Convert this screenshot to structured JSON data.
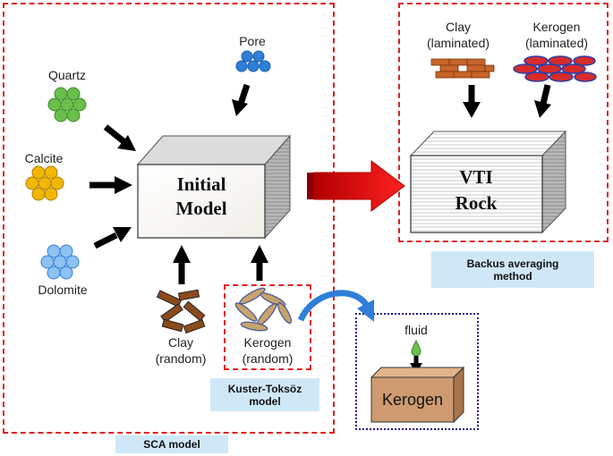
{
  "minerals": {
    "quartz": "Quartz",
    "calcite": "Calcite",
    "dolomite": "Dolomite",
    "pore": "Pore"
  },
  "initial_model": {
    "line1": "Initial",
    "line2": "Model"
  },
  "vti_rock": {
    "line1": "VTI",
    "line2": "Rock"
  },
  "inclusions": {
    "clay_random_1": "Clay",
    "clay_random_2": "(random)",
    "kerogen_random_1": "Kerogen",
    "kerogen_random_2": "(random)",
    "clay_laminated_1": "Clay",
    "clay_laminated_2": "(laminated)",
    "kerogen_laminated_1": "Kerogen",
    "kerogen_laminated_2": "(laminated)"
  },
  "fluid_box": {
    "fluid": "fluid",
    "kerogen": "Kerogen"
  },
  "method_tags": {
    "sca": "SCA model",
    "kuster_line1": "Kuster-Toksöz",
    "kuster_line2": "model",
    "backus_line1": "Backus averaging",
    "backus_line2": "method"
  },
  "colors": {
    "quartz": "#6abf4b",
    "calcite": "#f2b705",
    "dolomite": "#5aa0e6",
    "pore": "#2f7fd8",
    "clay": "#c8642a",
    "kerogen": "#d62b2b",
    "brown_box": "#cd9b6f",
    "region_dash": "#e02020",
    "fluid_dash": "#1a1a8c",
    "tag_bg": "#cfe8f8",
    "big_arrow": "#ff1010"
  }
}
